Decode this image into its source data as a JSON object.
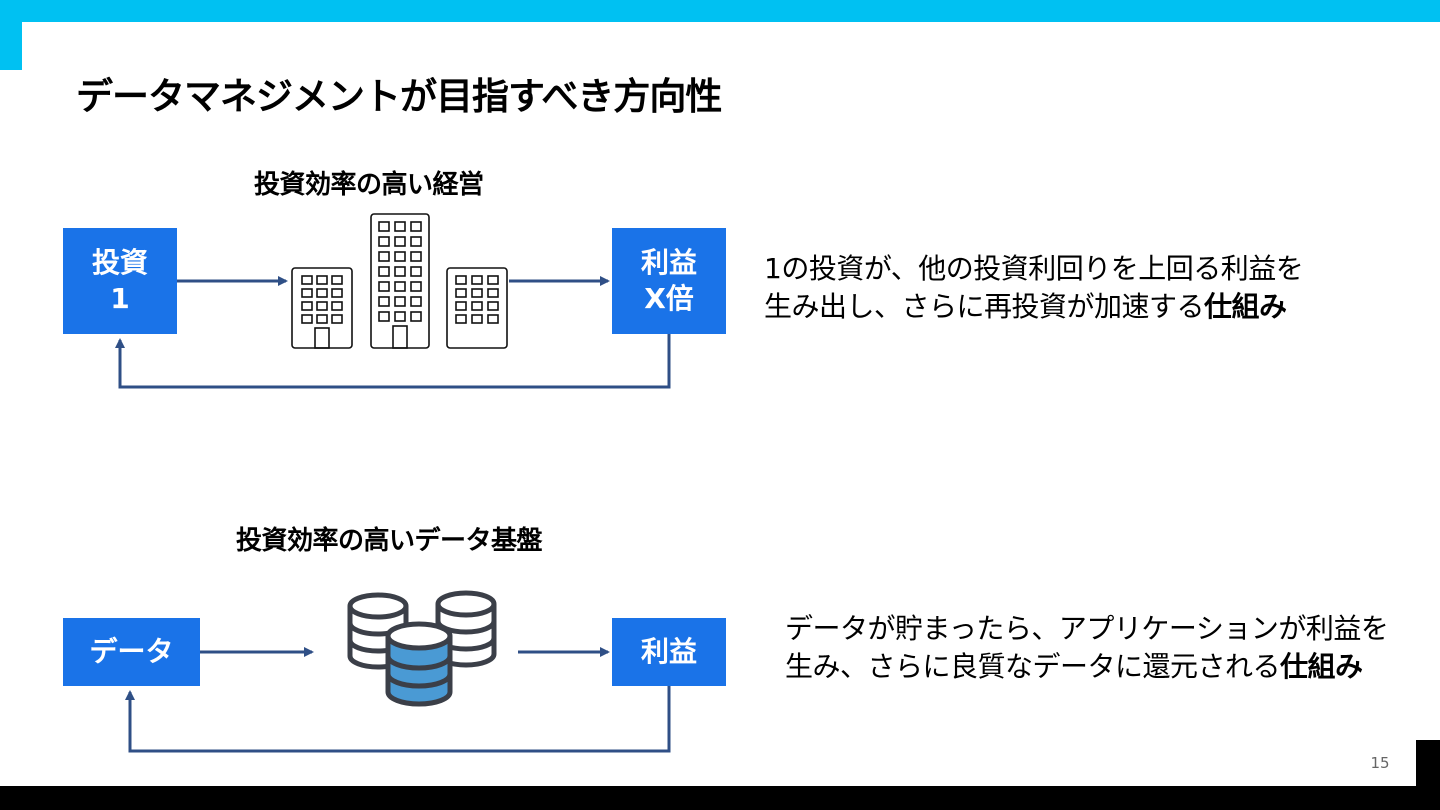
{
  "slide": {
    "title": "データマネジメントが目指すべき方向性",
    "page_number": "15"
  },
  "section1": {
    "title": "投資効率の高い経営",
    "input_box": {
      "line1": "投資",
      "line2": "1"
    },
    "output_box": {
      "line1": "利益",
      "line2": "X倍"
    },
    "description": {
      "line1": "1の投資が、他の投資利回りを上回る利益を",
      "line2": "生み出し、さらに再投資が加速する",
      "emphasis": "仕組み"
    },
    "illustration_icon": "office-buildings-icon"
  },
  "section2": {
    "title": "投資効率の高いデータ基盤",
    "input_box": {
      "line1": "データ"
    },
    "output_box": {
      "line1": "利益"
    },
    "description": {
      "line1": "データが貯まったら、アプリケーションが利益を",
      "line2": "生み、さらに良質なデータに還元される",
      "emphasis": "仕組み"
    },
    "illustration_icon": "database-stack-icon"
  },
  "colors": {
    "accent": "#00c1f2",
    "box_fill": "#1a73e8",
    "arrow": "#2f4f86",
    "database_highlight": "#4a9ad4"
  }
}
